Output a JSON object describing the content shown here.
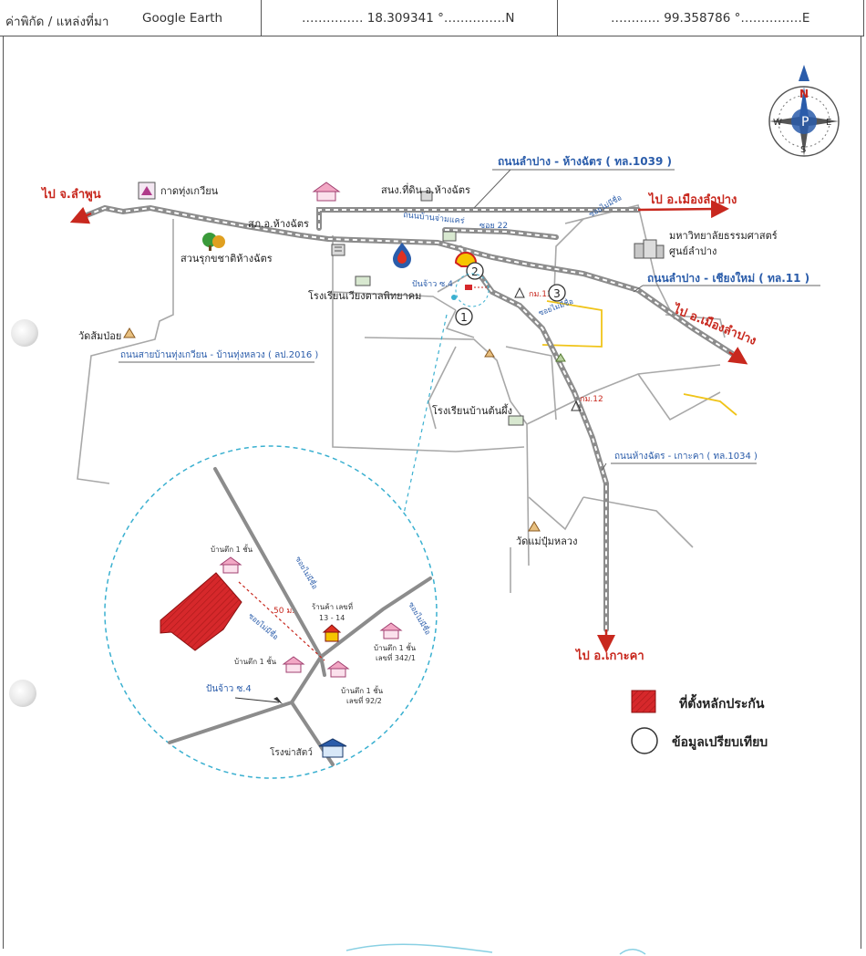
{
  "header": {
    "source_label": "ค่าพิกัด / แหล่งที่มา",
    "source_value": "Google Earth",
    "lat_text": "…………… 18.309341 °……………N",
    "lon_text": "………… 99.358786 °……………E"
  },
  "compass": {
    "n": "N",
    "s": "S",
    "e": "E",
    "w": "W"
  },
  "destinations": {
    "lamphun": "ไป จ.ลำพูน",
    "muang_lampang_top": "ไป อ.เมืองลำปาง",
    "muang_lampang_right": "ไป อ.เมืองลำปาง",
    "ko_kha": "ไป อ.เกาะคา"
  },
  "roads": {
    "lampang_hangchat": "ถนนลำปาง - ห้างฉัตร ( ทล.1039 )",
    "lampang_chiangmai": "ถนนลำปาง - เชียงใหม่ ( ทล.11 )",
    "hangchat_kokha": "ถนนห้างฉัตร - เกาะคา ( ทล.1034 )",
    "thung_kwian_thung_luang": "ถนนสายบ้านทุ่งเกวียน - บ้านทุ่งหลวง ( ลป.2016 )",
    "soi_22": "ซอย 22",
    "soi_no_name_1": "ซอยไม่มีชื่อ",
    "soi_no_name_2": "ซอยไม่มีชื่อ",
    "local_road": "ถนนบ้านจ่ามแคร่",
    "km13": "กม.13",
    "km12": "กม.12",
    "pan_chang": "ปันจ้าว ซ.4"
  },
  "places": {
    "kad_thung_kwian": "กาดทุ่งเกวียน",
    "suan_rukkhachat": "สวนรุกขชาติห้างฉัตร",
    "police": "สภ.อ.ห้างฉัตร",
    "land_office": "สนง.ที่ดิน อ.ห้างฉัตร",
    "university": "มหาวิทยาลัยธรรมศาสตร์",
    "university_campus": "ศูนย์ลำปาง",
    "school_wiang": "โรงเรียนเวียงตาลพิทยาคม",
    "wat_som_poi": "วัดส้มป่อย",
    "school_ton_phueng": "โรงเรียนบ้านต้นผึ้ง",
    "wat_mae_pum_luang": "วัดแม่ปุ๋มหลวง"
  },
  "markers": {
    "m1": "1",
    "m2": "2",
    "m3": "3"
  },
  "inset": {
    "house_top": "บ้านตึก 1 ชั้น",
    "house_left": "บ้านตึก 1 ชั้น",
    "house_mid": "บ้านตึก 1 ชั้น",
    "house_mid_no": "เลขที่ 92/2",
    "house_right": "บ้านตึก 1 ชั้น",
    "house_right_no": "เลขที่ 342/1",
    "shop": "ร้านค้า เลขที่",
    "shop_no": "13 - 14",
    "distance": "50 ม.",
    "soi_a": "ซอยไม่มีชื่อ",
    "soi_b": "ซอยไม่มีชื่อ",
    "soi_c": "ซอยไม่มีชื่อ",
    "pan_chang": "ปันจ้าว ซ.4",
    "slaughterhouse": "โรงฆ่าสัตว์"
  },
  "legend": {
    "collateral": "ที่ตั้งหลักประกัน",
    "comparison": "ข้อมูลเปรียบเทียบ"
  },
  "colors": {
    "road_blue": "#2a5caa",
    "destination_red": "#c8281e",
    "collateral_red": "#d6282b",
    "inset_dash": "#3ab0d0",
    "minor_road": "#9c9c9c",
    "yellow_road": "#f0c419"
  }
}
